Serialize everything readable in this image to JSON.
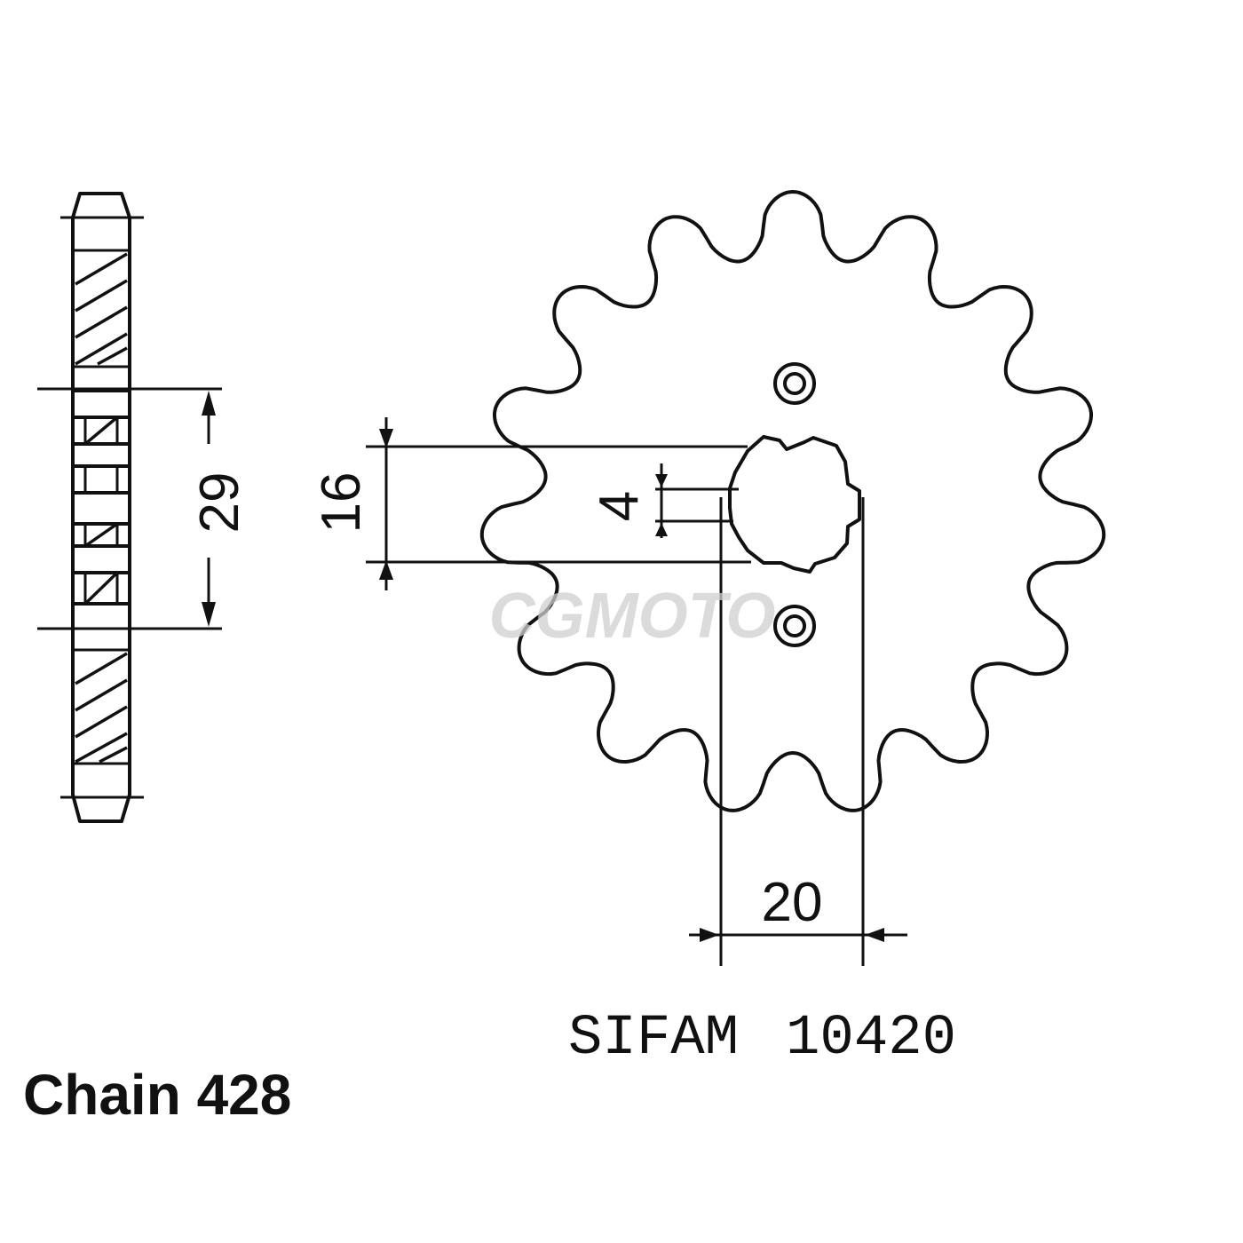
{
  "diagram": {
    "side_view": {
      "dimension_label": "29"
    },
    "front_view": {
      "teeth": 15,
      "dimensions": {
        "bore_height": "16",
        "spline_depth": "4",
        "bore_width": "20"
      }
    },
    "reference": {
      "brand": "SIFAM",
      "part_number": "10420"
    },
    "chain_label": "Chain 428",
    "watermark": "CGMOTO",
    "colors": {
      "ink": "#111111",
      "paper": "#ffffff",
      "watermark": "#cfcfcf"
    }
  }
}
